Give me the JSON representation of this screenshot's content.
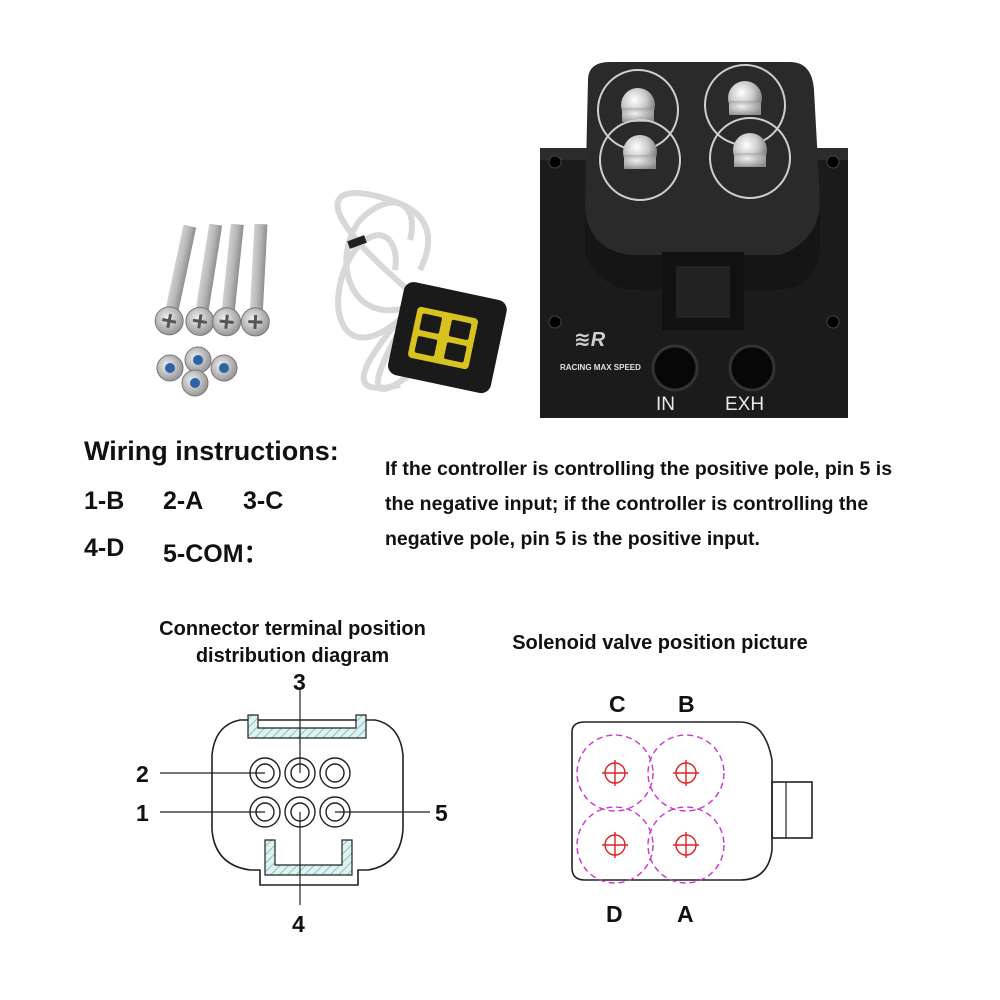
{
  "photo": {
    "valve_label": "RACING MAX SPEED",
    "port_in": "IN",
    "port_exh": "EXH"
  },
  "wiring": {
    "title": "Wiring instructions:",
    "pins": [
      "1-B",
      "2-A",
      "3-C",
      "4-D",
      "5-COM："
    ],
    "description_lines": [
      "If the controller is controlling the positive pole, pin 5 is",
      "the negative input; if the controller is controlling the",
      "negative pole, pin 5 is the positive input."
    ]
  },
  "connector_diagram": {
    "caption_line1": "Connector terminal position",
    "caption_line2": "distribution diagram",
    "labels": [
      "1",
      "2",
      "3",
      "4",
      "5"
    ]
  },
  "valve_diagram": {
    "caption": "Solenoid valve position picture",
    "letters": [
      "A",
      "B",
      "C",
      "D"
    ]
  },
  "colors": {
    "text": "#111111",
    "valve_body": "#1b1b1b",
    "connector_yellow": "#d8c21f",
    "hatch": "#7fc7c4",
    "dashed_circle": "#cc33cc",
    "cross": "#e02020"
  }
}
